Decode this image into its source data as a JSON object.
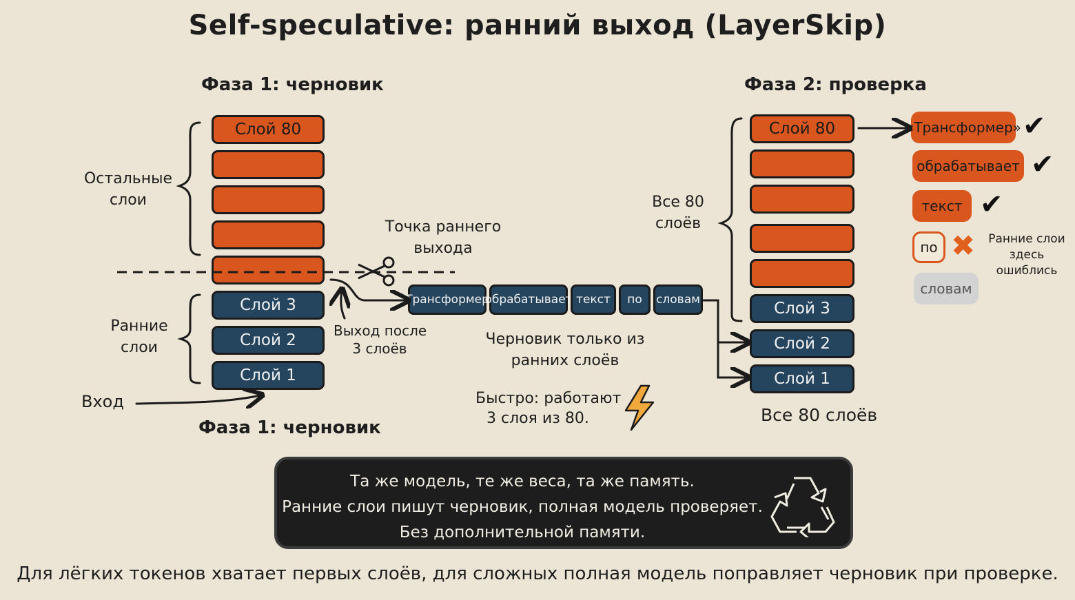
{
  "title": "Self-speculative: ранний выход (LayerSkip)",
  "left": {
    "phase_top": "Фаза 1: черновик",
    "phase_bottom": "Фаза 1: черновик",
    "rest_label": [
      "Остальные",
      "слои"
    ],
    "early_label": [
      "Ранние",
      "слои"
    ],
    "input_label": "Вход",
    "top_layer": "Слой 80",
    "early_layers": [
      "Слой 3",
      "Слой 2",
      "Слой 1"
    ],
    "exit_point_label": [
      "Точка раннего",
      "выхода"
    ],
    "exit_after_label": [
      "Выход после",
      "3 слоёв"
    ]
  },
  "draft": {
    "tokens": [
      "«Трансформер»",
      "обрабатывает",
      "текст",
      "по",
      "словам"
    ],
    "caption": [
      "Черновик только из",
      "ранних слоёв"
    ],
    "speed": [
      "Быстро: работают",
      "3 слоя из 80."
    ]
  },
  "right": {
    "phase": "Фаза 2: проверка",
    "all_label": [
      "Все 80",
      "слоёв"
    ],
    "bottom_label": "Все 80 слоёв",
    "top_layer": "Слой 80",
    "layers": [
      "Слой 3",
      "Слой 2",
      "Слой 1"
    ],
    "verify_tokens": [
      {
        "text": "«Трансформер»",
        "status": "accepted"
      },
      {
        "text": "обрабатывает",
        "status": "accepted"
      },
      {
        "text": "текст",
        "status": "accepted"
      },
      {
        "text": "по",
        "status": "rejected"
      },
      {
        "text": "словам",
        "status": "discarded"
      }
    ],
    "error_note": [
      "Ранние слои",
      "здесь ошиблись"
    ]
  },
  "summary": [
    "Та же модель, те же веса, та же память.",
    "Ранние слои пишут черновик, полная модель проверяет.",
    "Без дополнительной памяти."
  ],
  "footer": "Для лёгких токенов хватает первых слоёв, для сложных полная модель поправляет черновик при проверке.",
  "colors": {
    "orange": "#d9571f",
    "navy": "#25455e",
    "background": "#ece5d6",
    "dark": "#1d1d1d"
  },
  "icons": [
    "scissors-icon",
    "lightning-icon",
    "recycle-icon",
    "check-icon",
    "cross-icon"
  ]
}
